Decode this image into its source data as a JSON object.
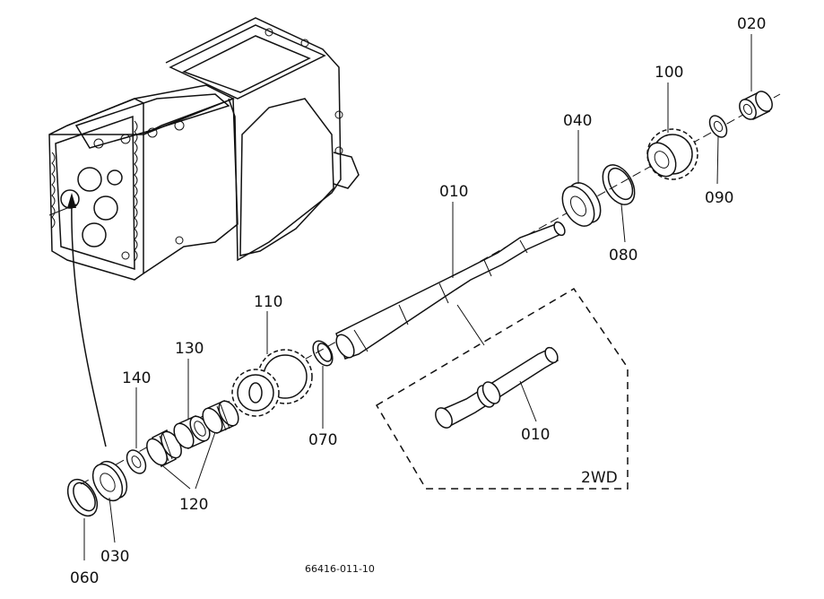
{
  "parts": {
    "p010_shaft": "010",
    "p010_2wd": "010",
    "p020": "020",
    "p030": "030",
    "p040": "040",
    "p060": "060",
    "p070": "070",
    "p080": "080",
    "p090": "090",
    "p100": "100",
    "p110": "110",
    "p120": "120",
    "p130": "130",
    "p140": "140"
  },
  "variant_box_label": "2WD",
  "drawing_number": "66416-011-10"
}
